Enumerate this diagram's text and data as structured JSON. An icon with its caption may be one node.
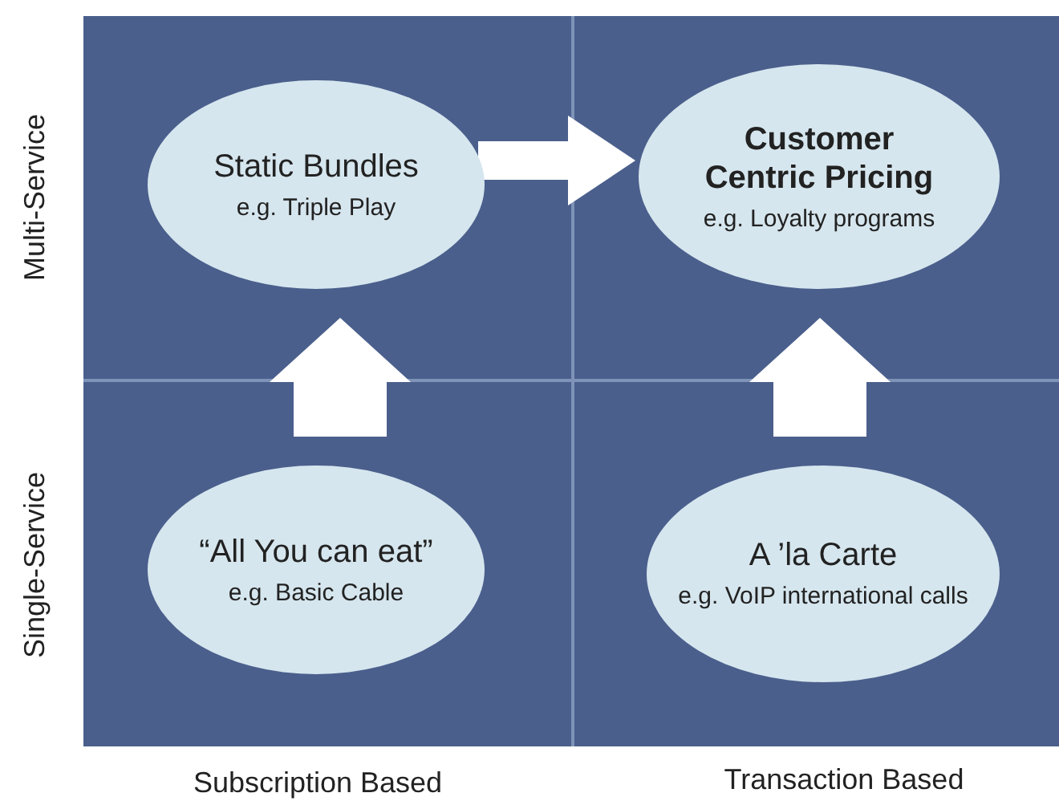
{
  "diagram": {
    "nodes": [
      {
        "text": [
          "Static Bundles",
          "e.g. Triple Play"
        ]
      },
      {
        "text": [
          "Customer Centric Pricing",
          "e.g. Loyalty programs"
        ]
      },
      {
        "text": [
          "“All You can eat”",
          "e.g. Basic Cable"
        ]
      },
      {
        "text": [
          "A ’la Carte",
          "e.g. VoIP international calls"
        ]
      }
    ],
    "edges": [
      {
        "from": 2,
        "to": 0,
        "arrow": "to"
      },
      {
        "from": 0,
        "to": 1,
        "arrow": "to"
      },
      {
        "from": 3,
        "to": 1,
        "arrow": "to"
      }
    ],
    "labels": [
      "Multi-Service",
      "Single-Service",
      "Subscription Based",
      "Transaction Based"
    ]
  }
}
